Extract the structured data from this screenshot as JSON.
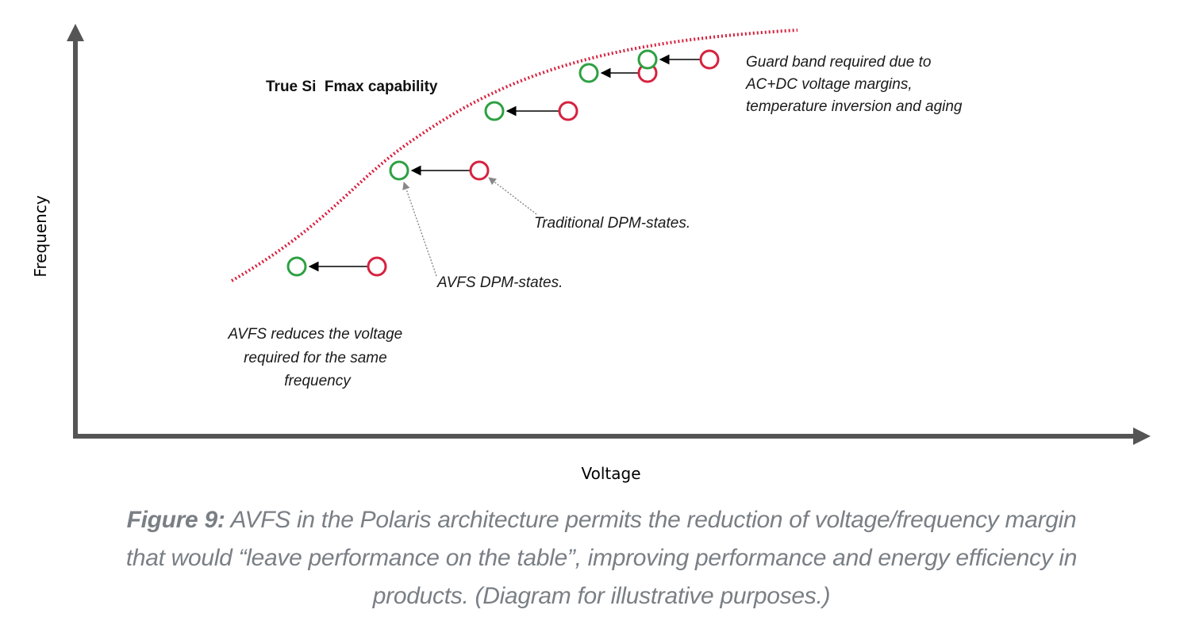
{
  "diagram": {
    "x_axis_label": "Voltage",
    "y_axis_label": "Frequency",
    "curve_label": "True Si  Fmax capability",
    "guard_band_lines": [
      "Guard band required due to",
      "AC+DC voltage margins,",
      "temperature inversion and aging"
    ],
    "traditional_label": "Traditional DPM-states.",
    "avfs_label": "AVFS DPM-states.",
    "reduction_lines": [
      "AVFS reduces the voltage",
      "required for the same",
      "frequency"
    ],
    "colors": {
      "curve": "#d6223f",
      "avfs_marker": "#2ea043",
      "traditional_marker": "#d6223f",
      "axis": "#555555",
      "caption": "#7a7f85"
    }
  },
  "caption": {
    "figure_label": "Figure 9:",
    "line1": " AVFS in the Polaris architecture permits the reduction of voltage/frequency margin",
    "line2": "that would “leave performance on the table”, improving performance and energy efficiency in",
    "line3": "products. (Diagram for illustrative purposes.)"
  }
}
